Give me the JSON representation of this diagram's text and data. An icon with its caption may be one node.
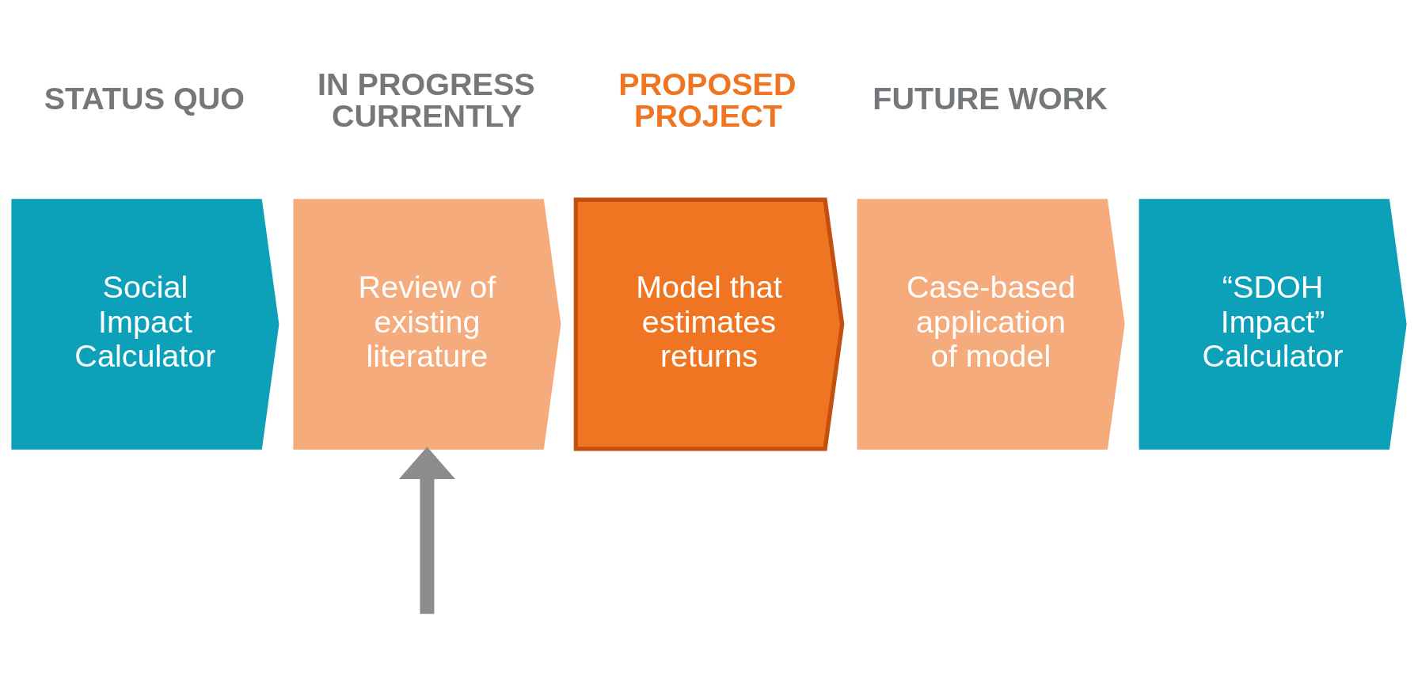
{
  "diagram": {
    "nodes": [
      {
        "text": [
          "Social Impact Calculator"
        ],
        "beside": [
          "STATUS QUO"
        ]
      },
      {
        "text": [
          "Review of existing literature"
        ],
        "beside": [
          "IN PROGRESS CURRENTLY"
        ]
      },
      {
        "text": [
          "Model that estimates returns"
        ],
        "beside": [
          "PROPOSED PROJECT"
        ]
      },
      {
        "text": [
          "Case-based application of model"
        ]
      },
      {
        "text": [
          "“SDOH Impact” Calculator"
        ]
      }
    ],
    "edges": [
      {
        "from": null,
        "to": 1,
        "arrow": "to",
        "color": "#8c8c8c"
      }
    ],
    "labels": [
      "FUTURE WORK"
    ]
  }
}
